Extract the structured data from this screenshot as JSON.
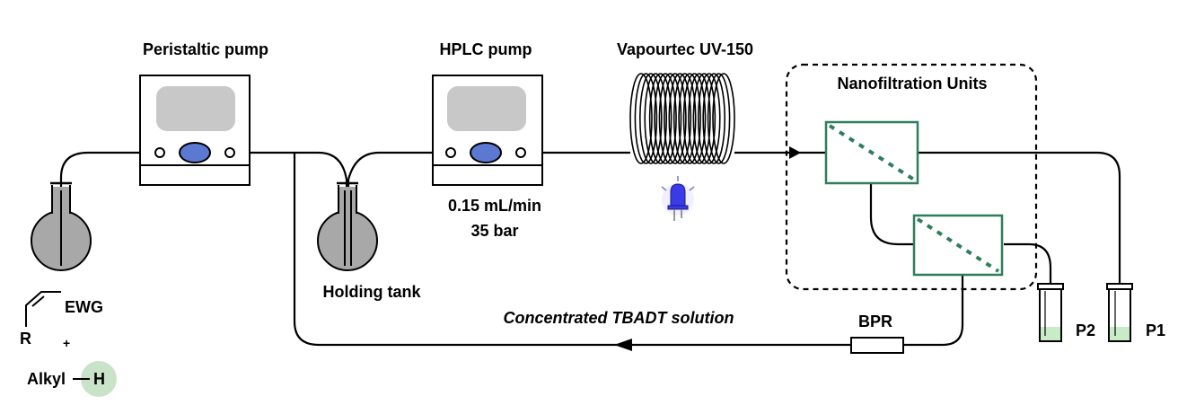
{
  "labels": {
    "peristaltic_pump": "Peristaltic pump",
    "hplc_pump": "HPLC pump",
    "photoreactor": "Vapourtec UV-150",
    "nanofiltration": "Nanofiltration Units",
    "holding_tank": "Holding tank",
    "flow_rate": "0.15 mL/min",
    "pressure": "35 bar",
    "recycle_stream": "Concentrated TBADT solution",
    "bpr": "BPR",
    "p2": "P2",
    "p1": "P1"
  },
  "reagents": {
    "ewg": "EWG",
    "r_group": "R",
    "plus": "+",
    "alkyl": "Alkyl",
    "h": "H"
  },
  "colors": {
    "pump_button": "#5b78d3",
    "pump_screen": "#c8c8c8",
    "membrane": "#2e7d5b",
    "hydrogen_highlight": "#c9e3c9",
    "product_liquid": "#c8ebc8",
    "flask_fill": "#a8a8a8",
    "led": "#3a3ae6"
  }
}
